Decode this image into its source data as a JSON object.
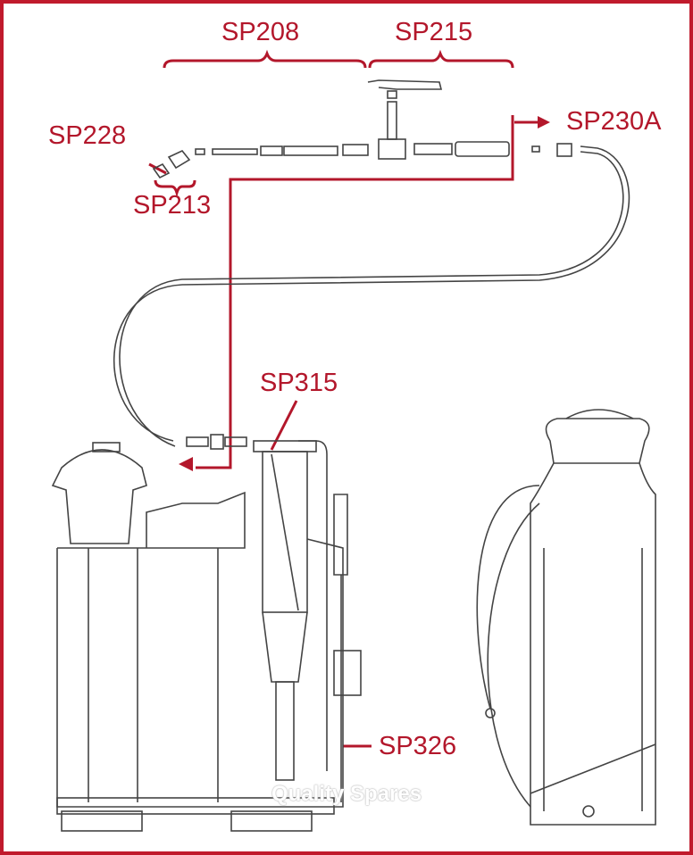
{
  "labels": {
    "sp208": "SP208",
    "sp215": "SP215",
    "sp228": "SP228",
    "sp213": "SP213",
    "sp230a": "SP230A",
    "sp315": "SP315",
    "sp326": "SP326"
  },
  "watermark": "Quality Spares",
  "colors": {
    "accent": "#b3172b",
    "line": "#333333"
  }
}
